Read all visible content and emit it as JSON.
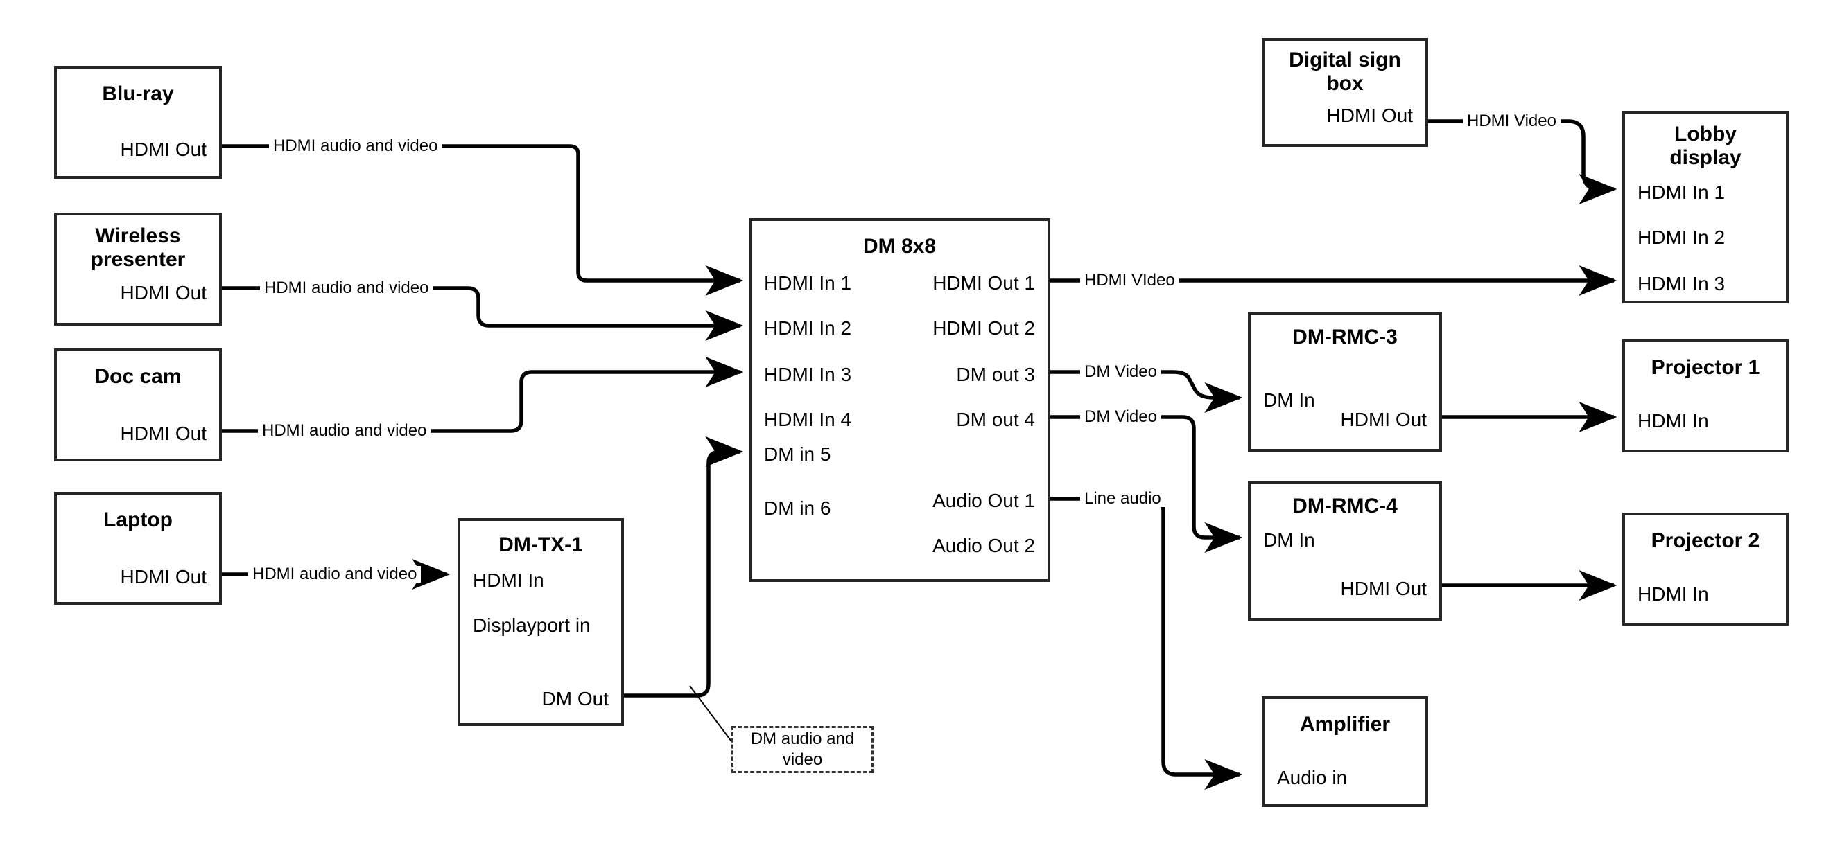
{
  "diagram": {
    "title": "AV signal flow diagram",
    "line_color": "#000000",
    "box_border_color": "#262626"
  },
  "nodes": [
    {
      "id": "bluray",
      "title": "Blu-ray",
      "ports_left": [],
      "ports_right": [
        "HDMI Out"
      ]
    },
    {
      "id": "wireless",
      "title": "Wireless\npresenter",
      "ports_left": [],
      "ports_right": [
        "HDMI Out"
      ]
    },
    {
      "id": "doccam",
      "title": "Doc cam",
      "ports_left": [],
      "ports_right": [
        "HDMI Out"
      ]
    },
    {
      "id": "laptop",
      "title": "Laptop",
      "ports_left": [],
      "ports_right": [
        "HDMI Out"
      ]
    },
    {
      "id": "dmtx1",
      "title": "DM-TX-1",
      "ports_left": [
        "HDMI In",
        "Displayport in"
      ],
      "ports_right": [
        "DM Out"
      ]
    },
    {
      "id": "dm8x8",
      "title": "DM 8x8",
      "ports_left": [
        "HDMI In 1",
        "HDMI In 2",
        "HDMI In 3",
        "HDMI In 4",
        "DM in 5",
        "DM in 6"
      ],
      "ports_right": [
        "HDMI Out 1",
        "HDMI Out 2",
        "DM out 3",
        "DM out 4",
        "Audio Out 1",
        "Audio Out 2"
      ]
    },
    {
      "id": "dsbox",
      "title": "Digital sign\nbox",
      "ports_left": [],
      "ports_right": [
        "HDMI Out"
      ]
    },
    {
      "id": "lobby",
      "title": "Lobby\ndisplay",
      "ports_left": [
        "HDMI In 1",
        "HDMI In 2",
        "HDMI In 3"
      ],
      "ports_right": []
    },
    {
      "id": "rmc3",
      "title": "DM-RMC-3",
      "ports_left": [
        "DM In"
      ],
      "ports_right": [
        "HDMI Out"
      ]
    },
    {
      "id": "rmc4",
      "title": "DM-RMC-4",
      "ports_left": [
        "DM In"
      ],
      "ports_right": [
        "HDMI Out"
      ]
    },
    {
      "id": "proj1",
      "title": "Projector 1",
      "ports_left": [
        "HDMI In"
      ],
      "ports_right": []
    },
    {
      "id": "proj2",
      "title": "Projector 2",
      "ports_left": [
        "HDMI In"
      ],
      "ports_right": []
    },
    {
      "id": "amp",
      "title": "Amplifier",
      "ports_left": [
        "Audio in"
      ],
      "ports_right": []
    }
  ],
  "labels": {
    "bluray_title": "Blu-ray",
    "bluray_out": "HDMI Out",
    "wireless_title_l1": "Wireless",
    "wireless_title_l2": "presenter",
    "wireless_out": "HDMI Out",
    "doccam_title": "Doc cam",
    "doccam_out": "HDMI Out",
    "laptop_title": "Laptop",
    "laptop_out": "HDMI Out",
    "dmtx1_title": "DM-TX-1",
    "dmtx1_hdmi_in": "HDMI In",
    "dmtx1_dp_in": "Displayport in",
    "dmtx1_dm_out": "DM Out",
    "dm8x8_title": "DM 8x8",
    "dm8x8_in1": "HDMI In 1",
    "dm8x8_in2": "HDMI In 2",
    "dm8x8_in3": "HDMI In 3",
    "dm8x8_in4": "HDMI In 4",
    "dm8x8_in5": "DM in 5",
    "dm8x8_in6": "DM in 6",
    "dm8x8_out1": "HDMI Out 1",
    "dm8x8_out2": "HDMI Out 2",
    "dm8x8_out3": "DM out 3",
    "dm8x8_out4": "DM out 4",
    "dm8x8_aout1": "Audio Out 1",
    "dm8x8_aout2": "Audio Out 2",
    "dsbox_title_l1": "Digital sign",
    "dsbox_title_l2": "box",
    "dsbox_out": "HDMI Out",
    "lobby_title_l1": "Lobby",
    "lobby_title_l2": "display",
    "lobby_in1": "HDMI In 1",
    "lobby_in2": "HDMI In 2",
    "lobby_in3": "HDMI In 3",
    "rmc3_title": "DM-RMC-3",
    "rmc3_dm_in": "DM In",
    "rmc3_hdmi_out": "HDMI Out",
    "rmc4_title": "DM-RMC-4",
    "rmc4_dm_in": "DM In",
    "rmc4_hdmi_out": "HDMI Out",
    "proj1_title": "Projector 1",
    "proj1_in": "HDMI In",
    "proj2_title": "Projector 2",
    "proj2_in": "HDMI In",
    "amp_title": "Amplifier",
    "amp_in": "Audio in"
  },
  "connections": [
    {
      "id": "c1",
      "label": "HDMI audio and video",
      "from": "Blu-ray HDMI Out",
      "to": "DM 8x8 HDMI In 1"
    },
    {
      "id": "c2",
      "label": "HDMI audio and video",
      "from": "Wireless presenter HDMI Out",
      "to": "DM 8x8 HDMI In 2"
    },
    {
      "id": "c3",
      "label": "HDMI audio and video",
      "from": "Doc cam HDMI Out",
      "to": "DM 8x8 HDMI In 3"
    },
    {
      "id": "c4",
      "label": "HDMI audio and video",
      "from": "Laptop HDMI Out",
      "to": "DM-TX-1 HDMI In"
    },
    {
      "id": "c5",
      "label": "DM audio and video",
      "from": "DM-TX-1 DM Out",
      "to": "DM 8x8 DM in 5"
    },
    {
      "id": "c6",
      "label": "HDMI VIdeo",
      "from": "DM 8x8 HDMI Out 1",
      "to": "Lobby display HDMI In 3"
    },
    {
      "id": "c7",
      "label": "DM Video",
      "from": "DM 8x8 DM out 3",
      "to": "DM-RMC-3 DM In"
    },
    {
      "id": "c8",
      "label": "DM Video",
      "from": "DM 8x8 DM out 4",
      "to": "DM-RMC-4 DM In"
    },
    {
      "id": "c9",
      "label": "Line audio",
      "from": "DM 8x8 Audio Out 1",
      "to": "Amplifier Audio in"
    },
    {
      "id": "c10",
      "label": "HDMI Video",
      "from": "Digital sign box HDMI Out",
      "to": "Lobby display HDMI In 1"
    },
    {
      "id": "c11",
      "label": "",
      "from": "DM-RMC-3 HDMI Out",
      "to": "Projector 1 HDMI In"
    },
    {
      "id": "c12",
      "label": "",
      "from": "DM-RMC-4 HDMI Out",
      "to": "Projector 2 HDMI In"
    }
  ],
  "wire_labels": {
    "l1": "HDMI audio and video",
    "l2": "HDMI audio and video",
    "l3": "HDMI audio and video",
    "l4": "HDMI audio and video",
    "l5": "HDMI VIdeo",
    "l6": "DM Video",
    "l7": "DM Video",
    "l8": "Line audio",
    "l9": "HDMI Video"
  },
  "callout": {
    "line1": "DM audio and",
    "line2": "video",
    "text": "DM audio and video"
  }
}
